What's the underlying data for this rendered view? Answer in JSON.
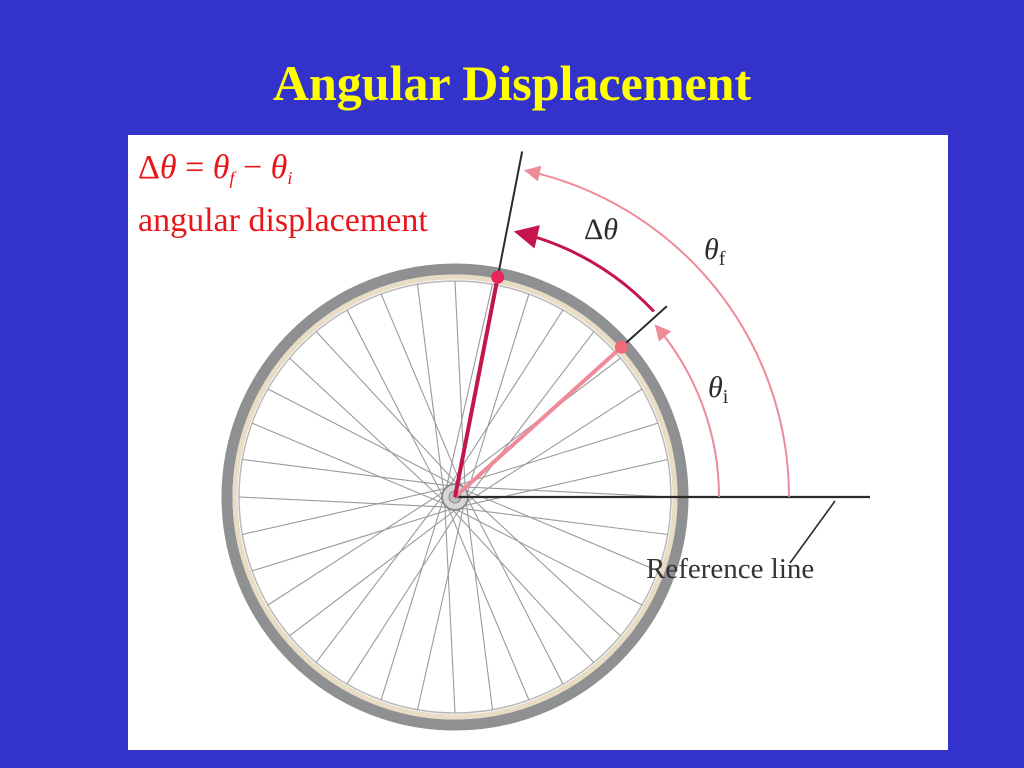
{
  "title": "Angular Displacement",
  "formula": {
    "delta": "Δ",
    "theta": "θ",
    "equals": " = ",
    "sub_f": "f",
    "minus": " − ",
    "sub_i": "i"
  },
  "caption": "angular displacement",
  "labels": {
    "delta_theta_delta": "Δ",
    "delta_theta_theta": "θ",
    "theta_f_theta": "θ",
    "theta_f_sub": "f",
    "theta_i_theta": "θ",
    "theta_i_sub": "i",
    "reference_line": "Reference line"
  },
  "diagram": {
    "spoke_count": 36,
    "theta_i_deg": 42,
    "theta_f_deg": 79,
    "colors": {
      "background": "#3333cc",
      "title": "#ffff00",
      "formula": "#e8161a",
      "arrow_dark": "#c4164d",
      "arrow_light": "#ef8a98",
      "radius_line": "#c21848",
      "point_final": "#e8265a",
      "point_initial": "#f06a7a",
      "tire": "#8e9092",
      "rim": "#e9dcc4",
      "spoke": "#9a9a9a",
      "reference": "#2a2a2a"
    }
  }
}
